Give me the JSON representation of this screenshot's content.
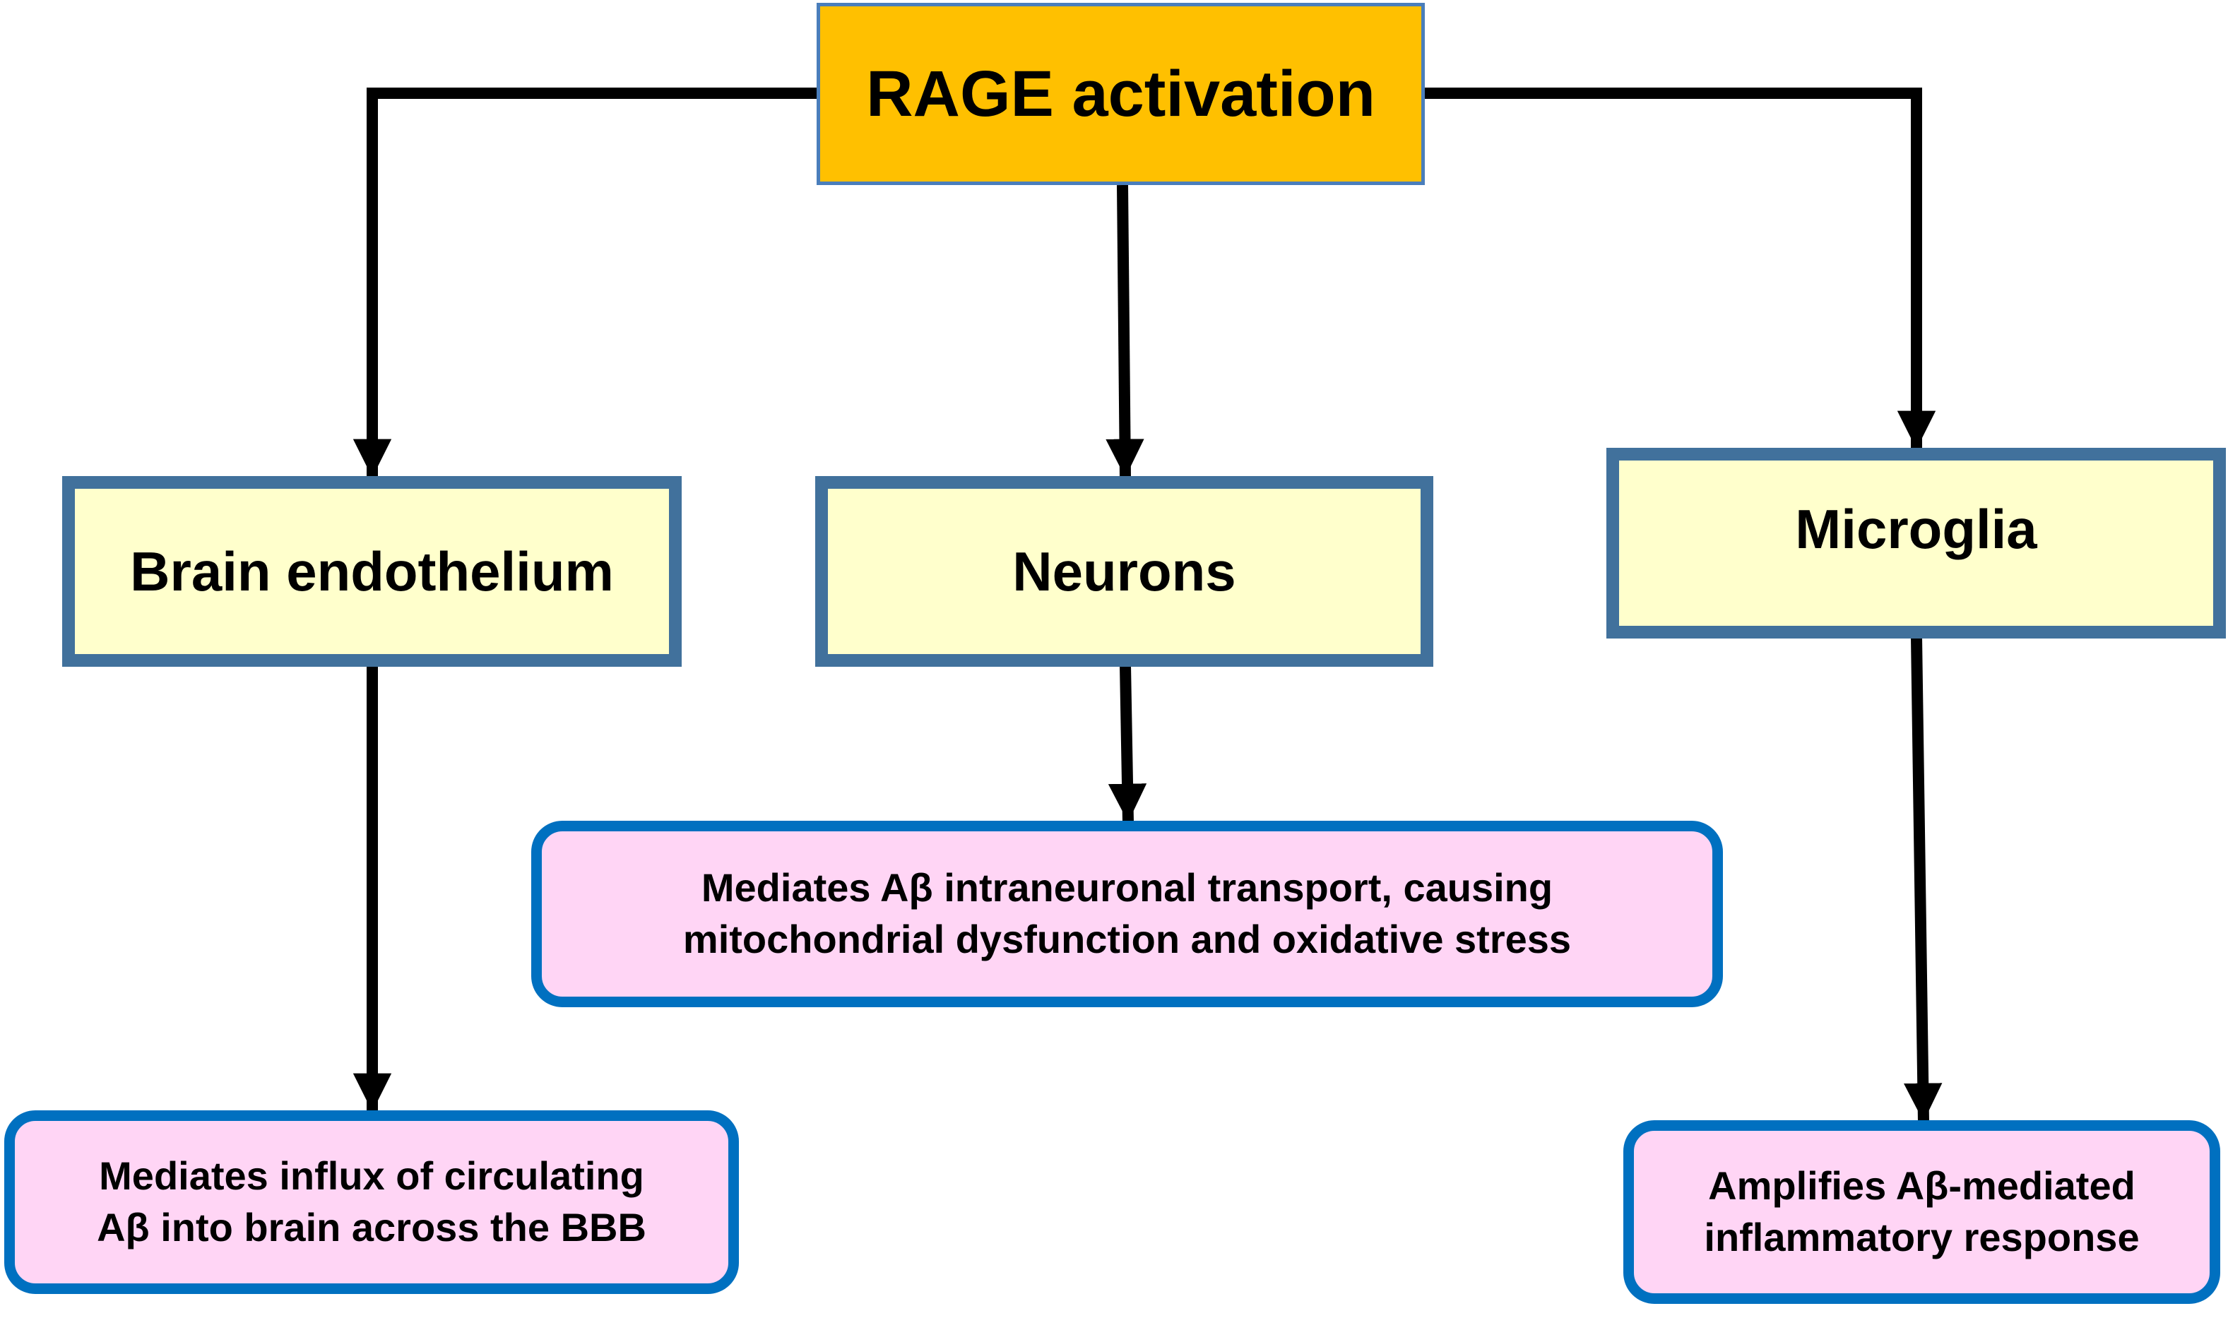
{
  "diagram": {
    "root": {
      "label": "RAGE activation"
    },
    "cell_types": [
      {
        "label": "Brain endothelium"
      },
      {
        "label": "Neurons"
      },
      {
        "label": "Microglia"
      }
    ],
    "effects": [
      {
        "lines": [
          "Mediates  influx  of circulating",
          "Aβ into brain across  the BBB"
        ]
      },
      {
        "lines": [
          "Mediates  Aβ  intraneuronal  transport, causing",
          "mitochondrial  dysfunction  and oxidative  stress"
        ]
      },
      {
        "lines": [
          "Amplifies  Aβ-mediated",
          "inflammatory  response"
        ]
      }
    ],
    "edges": [
      {
        "from": "RAGE activation",
        "to": "Brain endothelium"
      },
      {
        "from": "RAGE activation",
        "to": "Neurons"
      },
      {
        "from": "RAGE activation",
        "to": "Microglia"
      },
      {
        "from": "Brain endothelium",
        "to": "Mediates influx of circulating Aβ into brain across the BBB"
      },
      {
        "from": "Neurons",
        "to": "Mediates Aβ intraneuronal transport, causing mitochondrial dysfunction and oxidative stress"
      },
      {
        "from": "Microglia",
        "to": "Amplifies Aβ-mediated inflammatory response"
      }
    ],
    "colors": {
      "root_fill": "#FFC000",
      "cell_fill": "#FFFFCC",
      "cell_border": "#41719C",
      "effect_fill": "#FFD5F5",
      "effect_border": "#0070C0",
      "connector": "#000000"
    }
  }
}
